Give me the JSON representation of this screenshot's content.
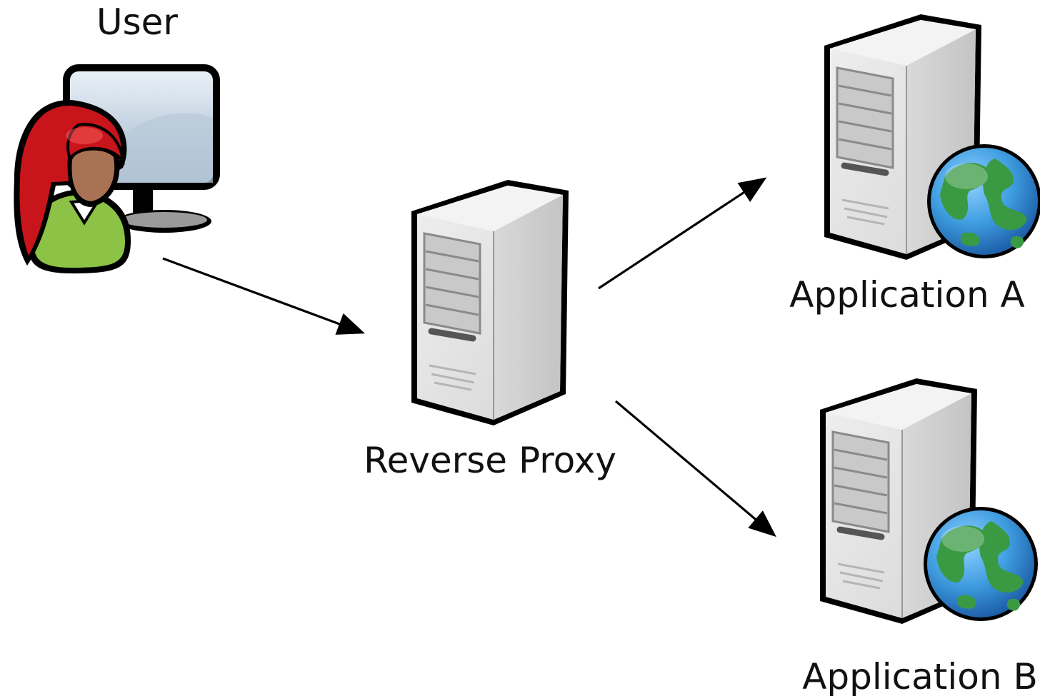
{
  "nodes": {
    "user": {
      "label": "User",
      "icon": "user-at-computer-icon"
    },
    "reverse_proxy": {
      "label": "Reverse Proxy",
      "icon": "server-tower-icon"
    },
    "application_a": {
      "label": "Application A",
      "icon": "web-server-icon"
    },
    "application_b": {
      "label": "Application B",
      "icon": "web-server-icon"
    }
  },
  "edges": [
    {
      "from": "User",
      "to": "Reverse Proxy"
    },
    {
      "from": "Reverse Proxy",
      "to": "Application A"
    },
    {
      "from": "Reverse Proxy",
      "to": "Application B"
    }
  ],
  "colors": {
    "hair": "#c8141b",
    "skin": "#a97255",
    "shirt": "#8cc346",
    "server_body": "#e3e3e3",
    "server_side": "#d0d0d0",
    "globe_ocean": "#3f9de0",
    "globe_land": "#3a9a44",
    "line": "#000000"
  }
}
